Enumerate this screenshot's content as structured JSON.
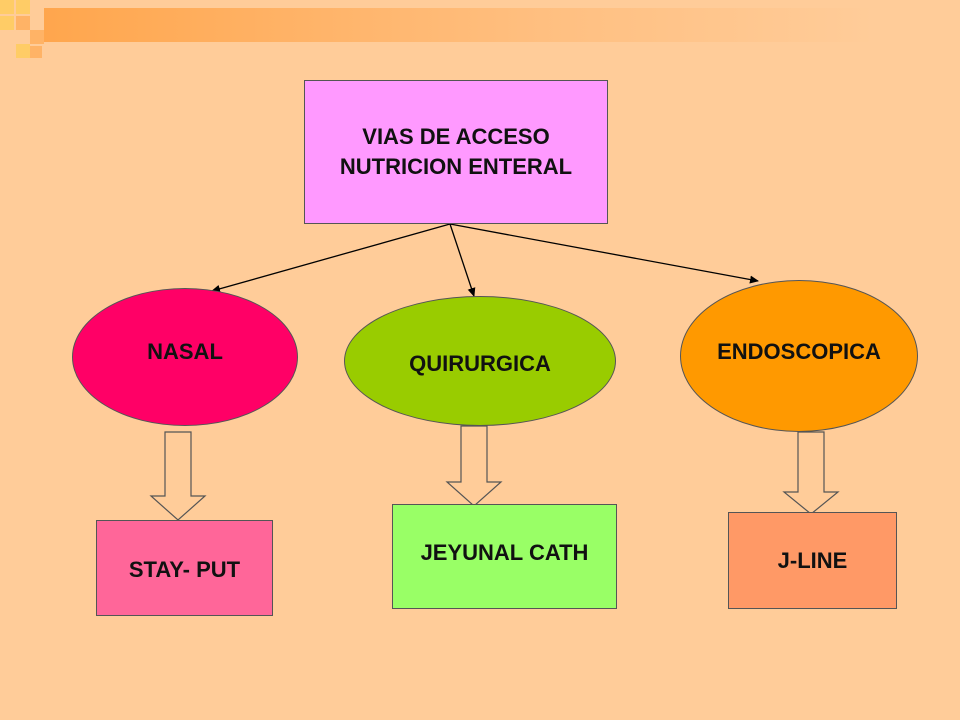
{
  "colors": {
    "background": "#ffcc99",
    "title_box": "#ff99ff",
    "nasal": "#ff0066",
    "quirurgica": "#99cc00",
    "endoscopica": "#ff9900",
    "stay_put": "#ff6699",
    "jeyunal_cath": "#99ff66",
    "j_line": "#ff9966",
    "top_bar": "#ffb366",
    "corner_squares": "#ffcc66"
  },
  "root": {
    "line1": "VIAS DE ACCESO",
    "line2": "NUTRICION ENTERAL"
  },
  "methods": [
    {
      "label": "NASAL",
      "device": "STAY- PUT"
    },
    {
      "label": "QUIRURGICA",
      "device": "JEYUNAL CATH"
    },
    {
      "label": "ENDOSCOPICA",
      "device": "J-LINE"
    }
  ]
}
